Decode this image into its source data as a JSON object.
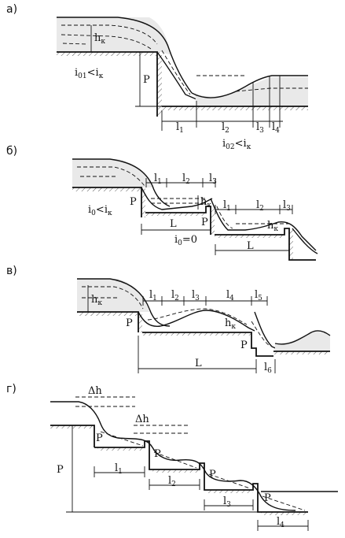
{
  "panels": [
    {
      "id": "a",
      "label": "а)",
      "hk": {
        "main": "h",
        "sub": "к"
      },
      "slope1": {
        "i": "i",
        "sub": "01",
        "op": "<",
        "i2": "i",
        "sub2": "к"
      },
      "slope2": {
        "i": "i",
        "sub": "02",
        "op": "<",
        "i2": "i",
        "sub2": "к"
      },
      "P": "P",
      "lengths": [
        {
          "main": "l",
          "sub": "1"
        },
        {
          "main": "l",
          "sub": "2"
        },
        {
          "main": "l",
          "sub": "3"
        },
        {
          "main": "l",
          "sub": "4"
        }
      ]
    },
    {
      "id": "b",
      "label": "б)",
      "slope1": {
        "i": "i",
        "sub": "0",
        "op": "<",
        "i2": "i",
        "sub2": "к"
      },
      "slope2": {
        "i": "i",
        "sub": "0",
        "op": "=0"
      },
      "P": "P",
      "L": "L",
      "hk": {
        "main": "h",
        "sub": "к"
      },
      "lengthsUpper": [
        {
          "main": "l",
          "sub": "1"
        },
        {
          "main": "l",
          "sub": "2"
        },
        {
          "main": "l",
          "sub": "3"
        }
      ],
      "lengthsLower": [
        {
          "main": "l",
          "sub": "1"
        },
        {
          "main": "l",
          "sub": "2"
        },
        {
          "main": "l",
          "sub": "3"
        }
      ]
    },
    {
      "id": "v",
      "label": "в)",
      "hk": {
        "main": "h",
        "sub": "к"
      },
      "P": "P",
      "L": "L",
      "lengths": [
        {
          "main": "l",
          "sub": "1"
        },
        {
          "main": "l",
          "sub": "2"
        },
        {
          "main": "l",
          "sub": "3"
        },
        {
          "main": "l",
          "sub": "4"
        },
        {
          "main": "l",
          "sub": "5"
        },
        {
          "main": "l",
          "sub": "6"
        }
      ]
    },
    {
      "id": "g",
      "label": "г)",
      "P": "P",
      "dh": "Δh",
      "lengths": [
        {
          "main": "l",
          "sub": "1"
        },
        {
          "main": "l",
          "sub": "2"
        },
        {
          "main": "l",
          "sub": "3"
        },
        {
          "main": "l",
          "sub": "4"
        }
      ]
    }
  ]
}
